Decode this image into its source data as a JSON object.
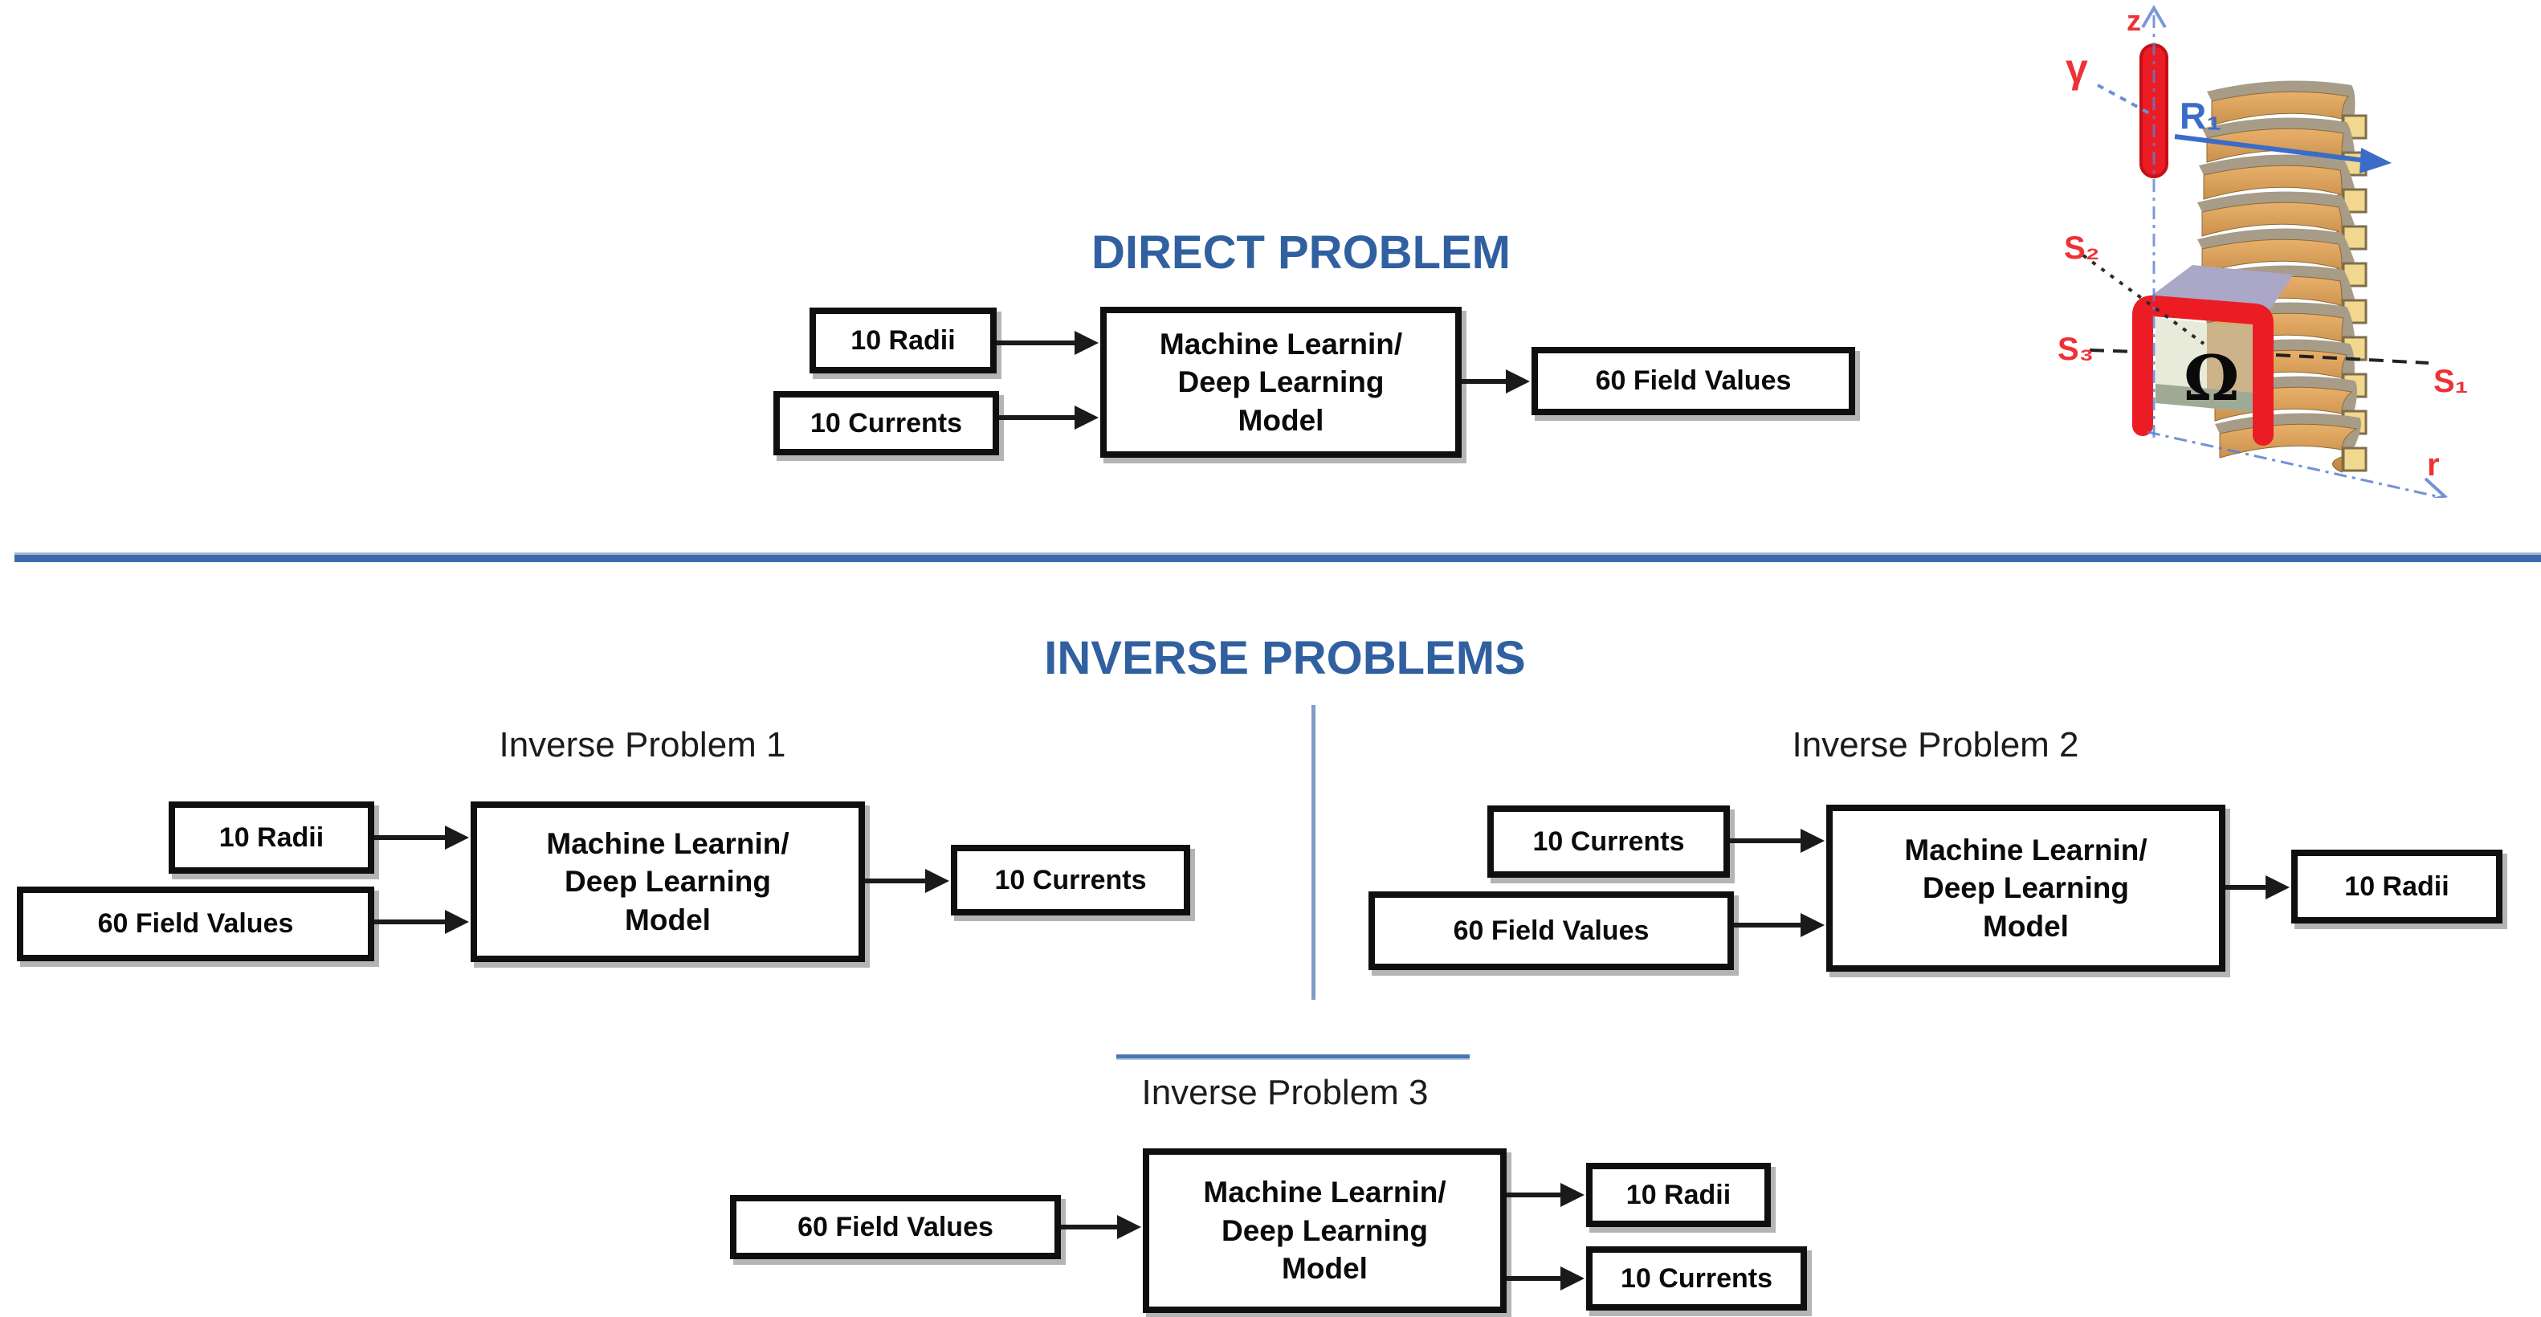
{
  "page": {
    "background": "#ffffff"
  },
  "colors": {
    "heading_blue": "#30609F",
    "divider_blue": "#3E6AAB",
    "divider_light_blue": "#7F9CC7",
    "accent_line_blue": "#4A76B2",
    "box_border_black": "#0F0F0F",
    "arrow_black": "#1A1A1A",
    "figure_red": "#EC1C24",
    "figure_axis_blue": "#5B7FD0",
    "figure_r1_blue": "#3B6CC7",
    "coil_front_tan": "#D89A52",
    "coil_top_gray": "#A79C88",
    "coil_cap_yellow": "#F2D88E"
  },
  "direct": {
    "title": "DIRECT PROBLEM",
    "inputs": [
      "10 Radii",
      "10 Currents"
    ],
    "model": "Machine Learnin/\nDeep Learning\nModel",
    "output": "60 Field Values"
  },
  "inverse": {
    "title": "INVERSE PROBLEMS",
    "problems": [
      {
        "title": "Inverse Problem 1",
        "inputs": [
          "10 Radii",
          "60 Field Values"
        ],
        "model": "Machine Learnin/\nDeep Learning\nModel",
        "outputs": [
          "10 Currents"
        ]
      },
      {
        "title": "Inverse Problem 2",
        "inputs": [
          "10 Currents",
          "60 Field Values"
        ],
        "model": "Machine Learnin/\nDeep Learning\nModel",
        "outputs": [
          "10 Radii"
        ]
      },
      {
        "title": "Inverse Problem 3",
        "inputs": [
          "60 Field Values"
        ],
        "model": "Machine Learnin/\nDeep Learning\nModel",
        "outputs": [
          "10 Radii",
          "10 Currents"
        ]
      }
    ]
  },
  "figure": {
    "coil_turns": 10,
    "labels": {
      "z": "z",
      "gamma": "γ",
      "r1": "R₁",
      "s1": "S₁",
      "s2": "S₂",
      "s3": "S₃",
      "r": "r",
      "omega": "Ω"
    }
  }
}
